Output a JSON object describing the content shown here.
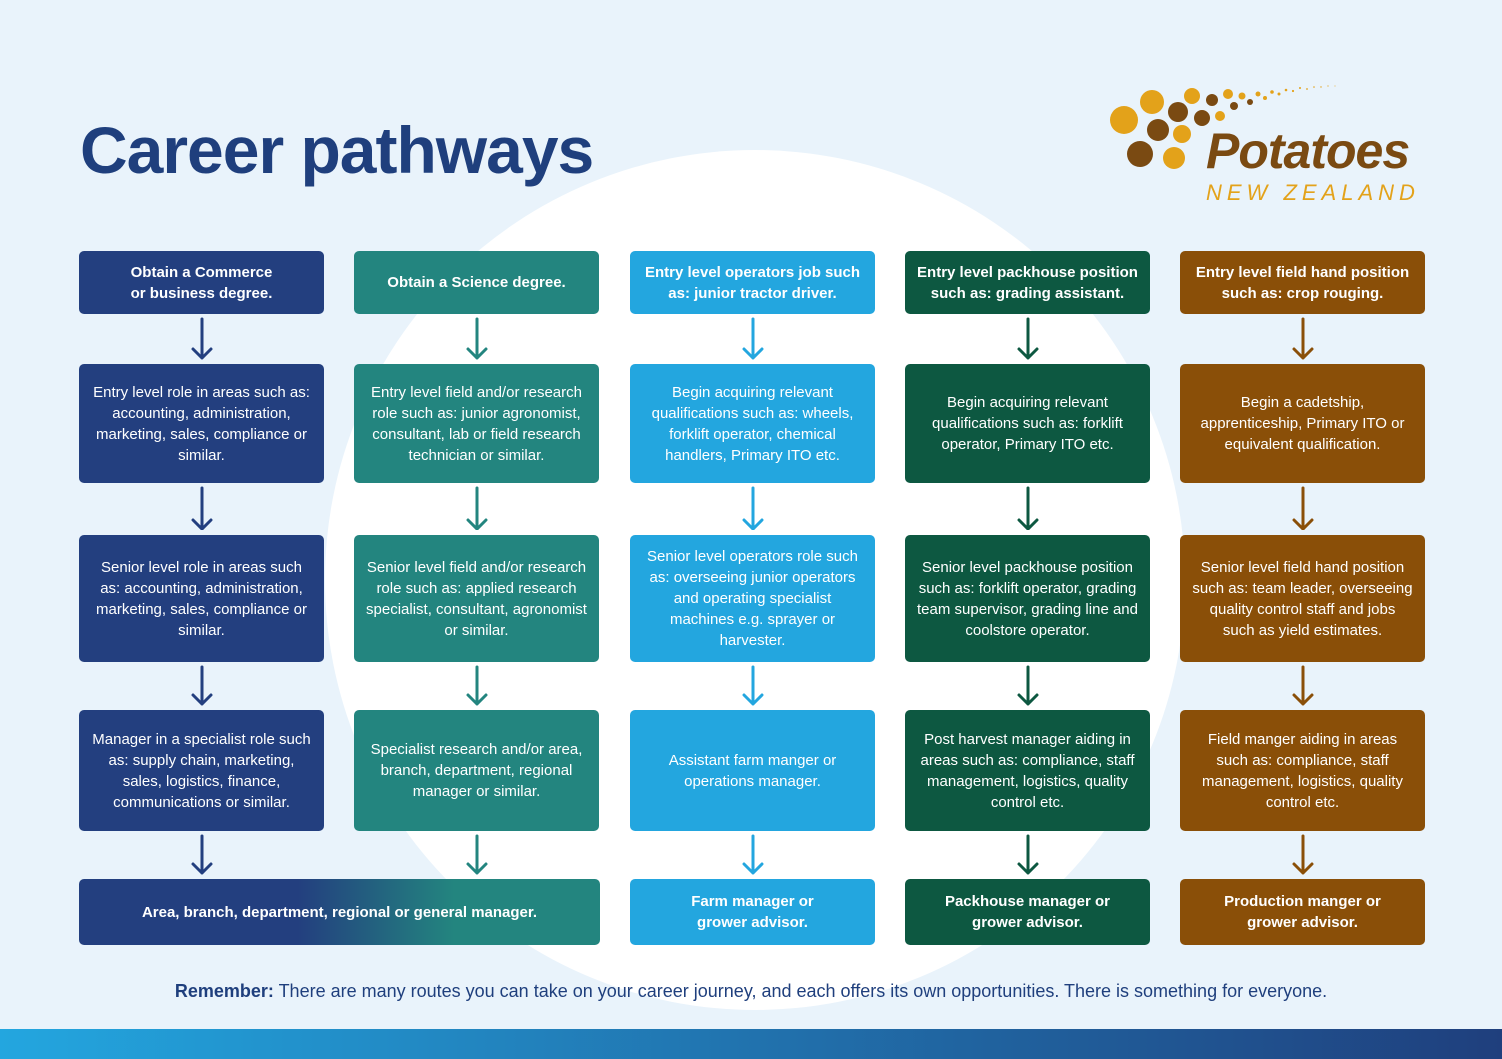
{
  "page": {
    "title": "Career pathways",
    "logo": {
      "wordmark": "Potatoes",
      "subtitle": "NEW ZEALAND"
    },
    "footnote": {
      "lead": "Remember:",
      "text": " There are many routes you can take on your career journey, and each offers its own opportunities. There is something for everyone."
    }
  },
  "colors": {
    "commerce": "#233f7f",
    "science": "#23857f",
    "operators": "#23a6df",
    "packhouse": "#0d5841",
    "fieldhand": "#8a4f08",
    "title": "#1f3f7d",
    "logo_brown": "#7a4a12",
    "logo_gold": "#e3a21a"
  },
  "columns": [
    {
      "head": "Obtain a Commerce\nor business degree.",
      "steps": [
        "Entry level role in areas such as: accounting, administration, marketing, sales, compliance or similar.",
        "Senior level role in areas such as: accounting, administration, marketing, sales, compliance or similar.",
        "Manager in a specialist role such as: supply chain, marketing, sales, logistics, finance, communications or similar."
      ]
    },
    {
      "head": "Obtain a Science degree.",
      "steps": [
        "Entry level field and/or research role such as: junior agronomist, consultant, lab or field research technician or similar.",
        "Senior level field and/or research role such as: applied research specialist, consultant, agronomist or similar.",
        "Specialist research and/or area, branch, department, regional manager or similar."
      ]
    },
    {
      "head": "Entry level operators job such as: junior tractor driver.",
      "steps": [
        "Begin acquiring relevant qualifications such as: wheels, forklift operator, chemical handlers, Primary ITO etc.",
        "Senior level operators role such as: overseeing junior operators and operating specialist machines e.g. sprayer or harvester.",
        "Assistant farm manger or operations manager."
      ],
      "final": "Farm manager or\ngrower advisor."
    },
    {
      "head": "Entry level packhouse position such as: grading assistant.",
      "steps": [
        "Begin acquiring relevant qualifications such as: forklift operator, Primary ITO etc.",
        "Senior level packhouse position such as: forklift operator, grading team supervisor, grading line and coolstore operator.",
        "Post harvest manager aiding in areas such as: compliance, staff management, logistics, quality control etc."
      ],
      "final": "Packhouse manager or\ngrower advisor."
    },
    {
      "head": "Entry level field hand position such as: crop rouging.",
      "steps": [
        "Begin a cadetship, apprenticeship, Primary ITO or equivalent qualification.",
        "Senior level field hand position such as: team leader, overseeing quality control staff and jobs such as yield estimates.",
        "Field manger aiding in areas such as: compliance, staff management, logistics, quality control etc."
      ],
      "final": "Production manger or\ngrower advisor."
    }
  ],
  "merged_final": "Area, branch, department, regional or general manager."
}
